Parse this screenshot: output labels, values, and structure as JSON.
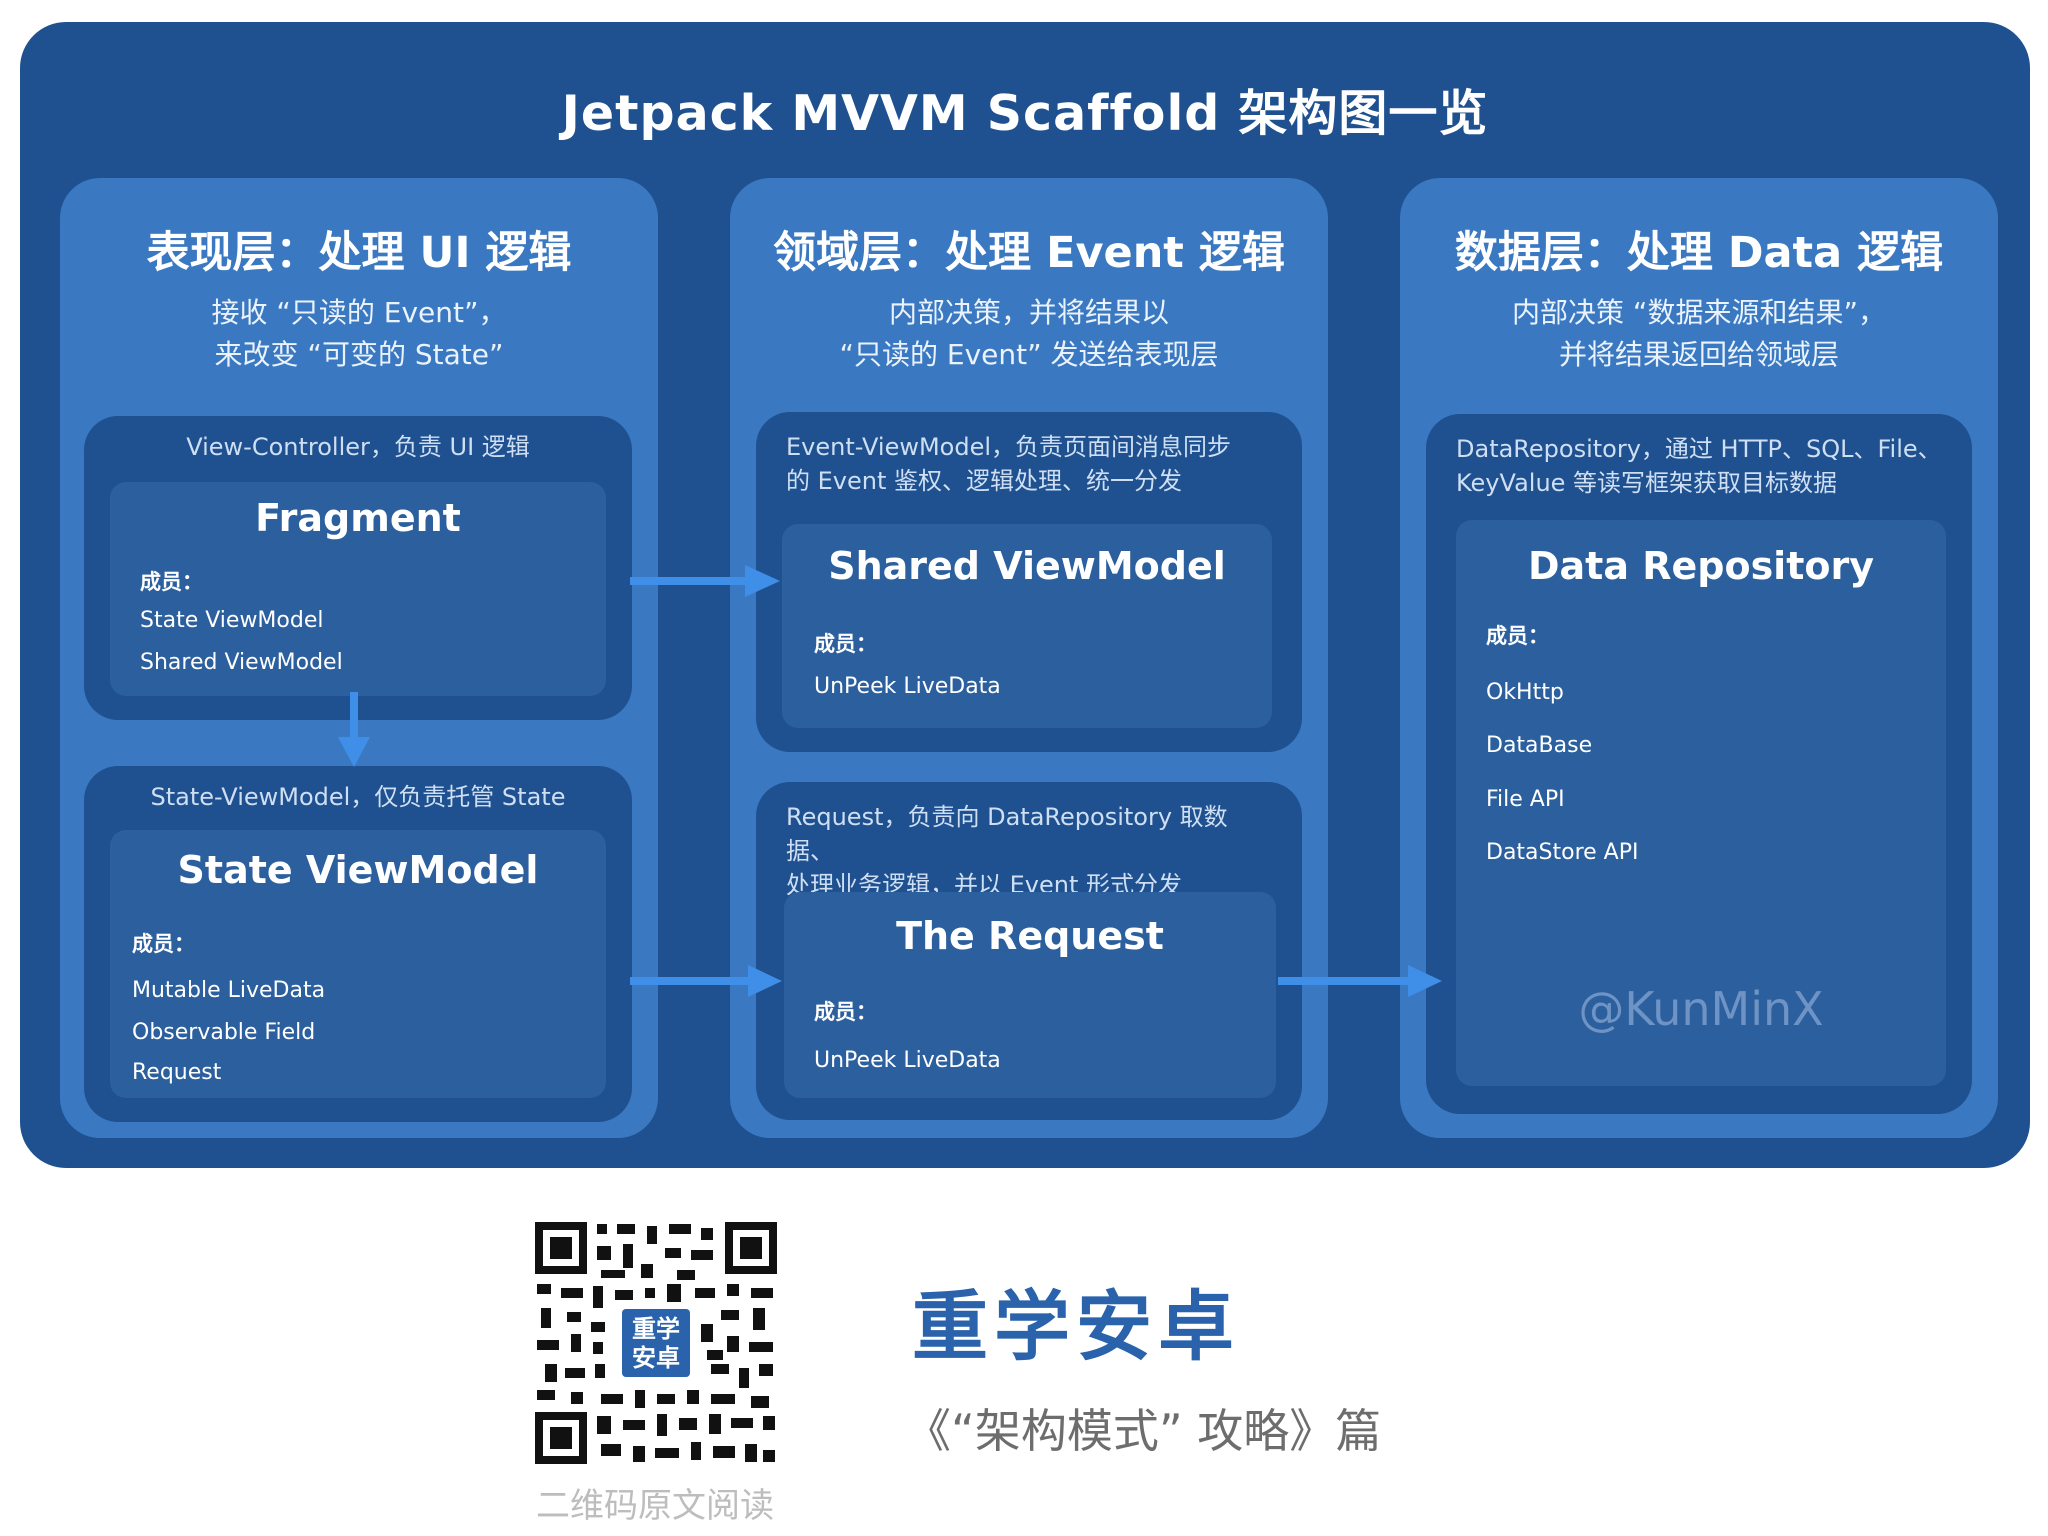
{
  "title": "Jetpack MVVM Scaffold 架构图一览",
  "columns": [
    {
      "title": "表现层：处理 UI 逻辑",
      "desc": [
        "接收 “只读的 Event”，",
        "来改变 “可变的 State”"
      ],
      "panels": [
        {
          "caption": "View-Controller，负责 UI 逻辑",
          "card": {
            "title": "Fragment",
            "member_label": "成员：",
            "members": [
              "State ViewModel",
              "Shared ViewModel"
            ]
          }
        },
        {
          "caption": "State-ViewModel，仅负责托管 State",
          "card": {
            "title": "State ViewModel",
            "member_label": "成员：",
            "members": [
              "Mutable LiveData",
              "Observable Field",
              "Request"
            ]
          }
        }
      ]
    },
    {
      "title": "领域层：处理 Event 逻辑",
      "desc": [
        "内部决策，并将结果以",
        "“只读的 Event” 发送给表现层"
      ],
      "panels": [
        {
          "caption": [
            "Event-ViewModel，负责页面间消息同步",
            "的 Event 鉴权、逻辑处理、统一分发"
          ],
          "card": {
            "title": "Shared ViewModel",
            "member_label": "成员：",
            "members": [
              "UnPeek LiveData"
            ]
          }
        },
        {
          "caption": [
            "Request，负责向 DataRepository 取数据、",
            "处理业务逻辑，并以 Event 形式分发"
          ],
          "card": {
            "title": "The Request",
            "member_label": "成员：",
            "members": [
              "UnPeek LiveData"
            ]
          }
        }
      ]
    },
    {
      "title": "数据层：处理 Data 逻辑",
      "desc": [
        "内部决策 “数据来源和结果”，",
        "并将结果返回给领域层"
      ],
      "panels": [
        {
          "caption": [
            "DataRepository，通过 HTTP、SQL、File、",
            "KeyValue 等读写框架获取目标数据"
          ],
          "card": {
            "title": "Data Repository",
            "member_label": "成员：",
            "members": [
              "OkHttp",
              "DataBase",
              "File API",
              "DataStore API"
            ],
            "watermark": "@KunMinX"
          }
        }
      ]
    }
  ],
  "footer": {
    "qr_caption": "二维码原文阅读",
    "qr_logo": [
      "重学",
      "安卓"
    ],
    "brand": "重学安卓",
    "subtitle": "《“架构模式” 攻略》篇"
  },
  "colors": {
    "board": "#1f5190",
    "column": "#3a79c1",
    "card": "#2b5f9e",
    "arrow": "#3f8ee8",
    "brand": "#2a62ab"
  },
  "icons": [
    "arrow-right-icon",
    "arrow-down-icon",
    "qr-code-icon"
  ]
}
